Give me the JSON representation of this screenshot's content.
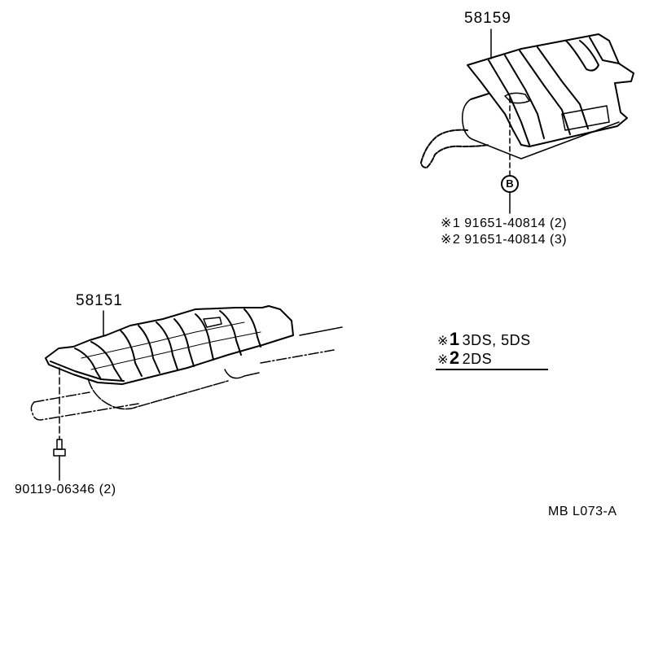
{
  "diagram": {
    "type": "parts-exploded-view",
    "parts": [
      {
        "id": "part-58159",
        "number": "58159",
        "description_hint": "rear muffler heat insulator"
      },
      {
        "id": "part-58151",
        "number": "58151",
        "description_hint": "front heat insulator"
      }
    ],
    "reference_marker": "B",
    "fasteners": {
      "note_line_1": {
        "mark": "※",
        "index": "1",
        "part": "91651-40814 (2)"
      },
      "note_line_2": {
        "mark": "※",
        "index": "2",
        "part": "91651-40814 (3)"
      },
      "bolt": "90119-06346 (2)"
    },
    "legend": {
      "line_1": {
        "mark": "※",
        "index": "1",
        "text": "3DS, 5DS"
      },
      "line_2": {
        "mark": "※",
        "index": "2",
        "text": "2DS"
      }
    },
    "drawing_code": "MB  L073-A"
  }
}
